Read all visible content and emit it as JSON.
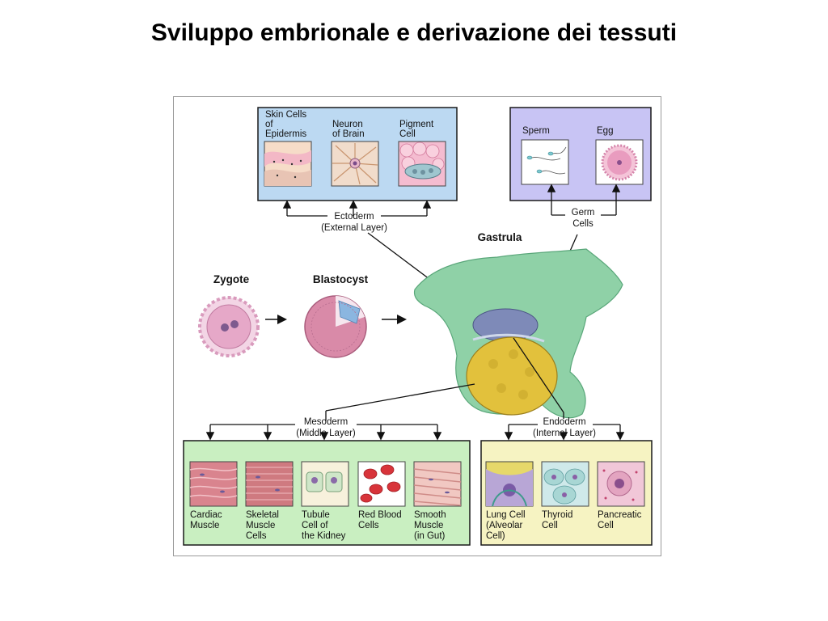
{
  "slide": {
    "title": "Sviluppo embrionale e derivazione dei tessuti"
  },
  "diagram": {
    "stages": {
      "zygote": "Zygote",
      "blastocyst": "Blastocyst",
      "gastrula": "Gastrula"
    },
    "layers": {
      "ectoderm": {
        "name": "Ectoderm",
        "desc": "(External Layer)"
      },
      "mesoderm": {
        "name": "Mesoderm",
        "desc": "(Middle Layer)"
      },
      "endoderm": {
        "name": "Endoderm",
        "desc": "(Internal Layer)"
      },
      "germ": {
        "line1": "Germ",
        "line2": "Cells"
      }
    },
    "ectoderm_cells": [
      {
        "lines": [
          "Skin Cells",
          "of",
          "Epidermis"
        ]
      },
      {
        "lines": [
          "Neuron",
          "of Brain"
        ]
      },
      {
        "lines": [
          "Pigment",
          "Cell"
        ]
      }
    ],
    "germ_cells": [
      {
        "lines": [
          "Sperm"
        ]
      },
      {
        "lines": [
          "Egg"
        ]
      }
    ],
    "mesoderm_cells": [
      {
        "lines": [
          "Cardiac",
          "Muscle"
        ]
      },
      {
        "lines": [
          "Skeletal",
          "Muscle",
          "Cells"
        ]
      },
      {
        "lines": [
          "Tubule",
          "Cell of",
          "the Kidney"
        ]
      },
      {
        "lines": [
          "Red Blood",
          "Cells"
        ]
      },
      {
        "lines": [
          "Smooth",
          "Muscle",
          "(in Gut)"
        ]
      }
    ],
    "endoderm_cells": [
      {
        "lines": [
          "Lung Cell",
          "(Alveolar",
          "Cell)"
        ]
      },
      {
        "lines": [
          "Thyroid",
          "Cell"
        ]
      },
      {
        "lines": [
          "Pancreatic",
          "Cell"
        ]
      }
    ],
    "colors": {
      "ectoderm_panel": "#bcd9f2",
      "germ_panel": "#c8c4f4",
      "mesoderm_panel": "#c9efc1",
      "endoderm_panel": "#f6f3c2",
      "gastrula_green": "#8fd1a7",
      "yolk": "#e2c13c",
      "cell_pink": "#f0b8d4"
    }
  }
}
